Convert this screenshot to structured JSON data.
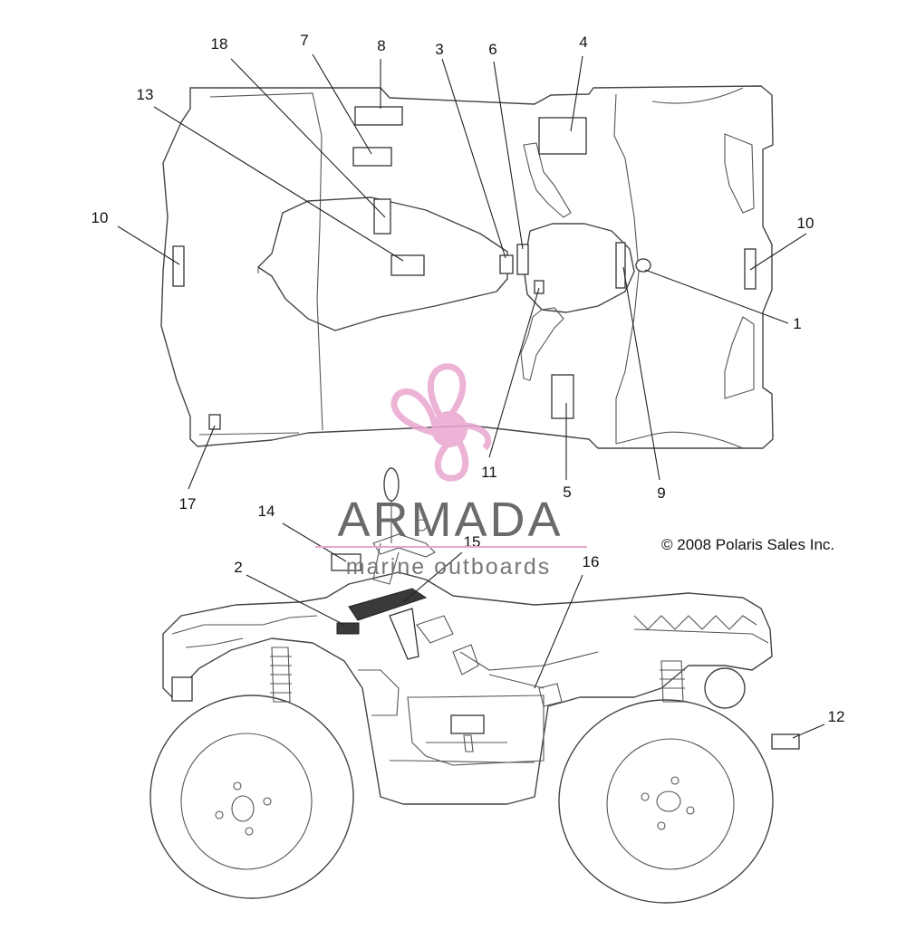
{
  "callouts": [
    {
      "label": "18"
    },
    {
      "label": "7"
    },
    {
      "label": "8"
    },
    {
      "label": "3"
    },
    {
      "label": "6"
    },
    {
      "label": "4"
    },
    {
      "label": "13"
    },
    {
      "label": "10"
    },
    {
      "label": "10"
    },
    {
      "label": "1"
    },
    {
      "label": "11"
    },
    {
      "label": "5"
    },
    {
      "label": "9"
    },
    {
      "label": "17"
    },
    {
      "label": "14"
    },
    {
      "label": "15"
    },
    {
      "label": "16"
    },
    {
      "label": "2"
    },
    {
      "label": "12"
    }
  ],
  "copyright": "© 2008 Polaris Sales Inc.",
  "watermark": {
    "title": "ARMADA",
    "subtitle": "marine outboards",
    "accent_color": "#e9a6cf",
    "primary_color": "#6a6a6a"
  },
  "colors": {
    "line": "#444444",
    "background": "#ffffff"
  }
}
